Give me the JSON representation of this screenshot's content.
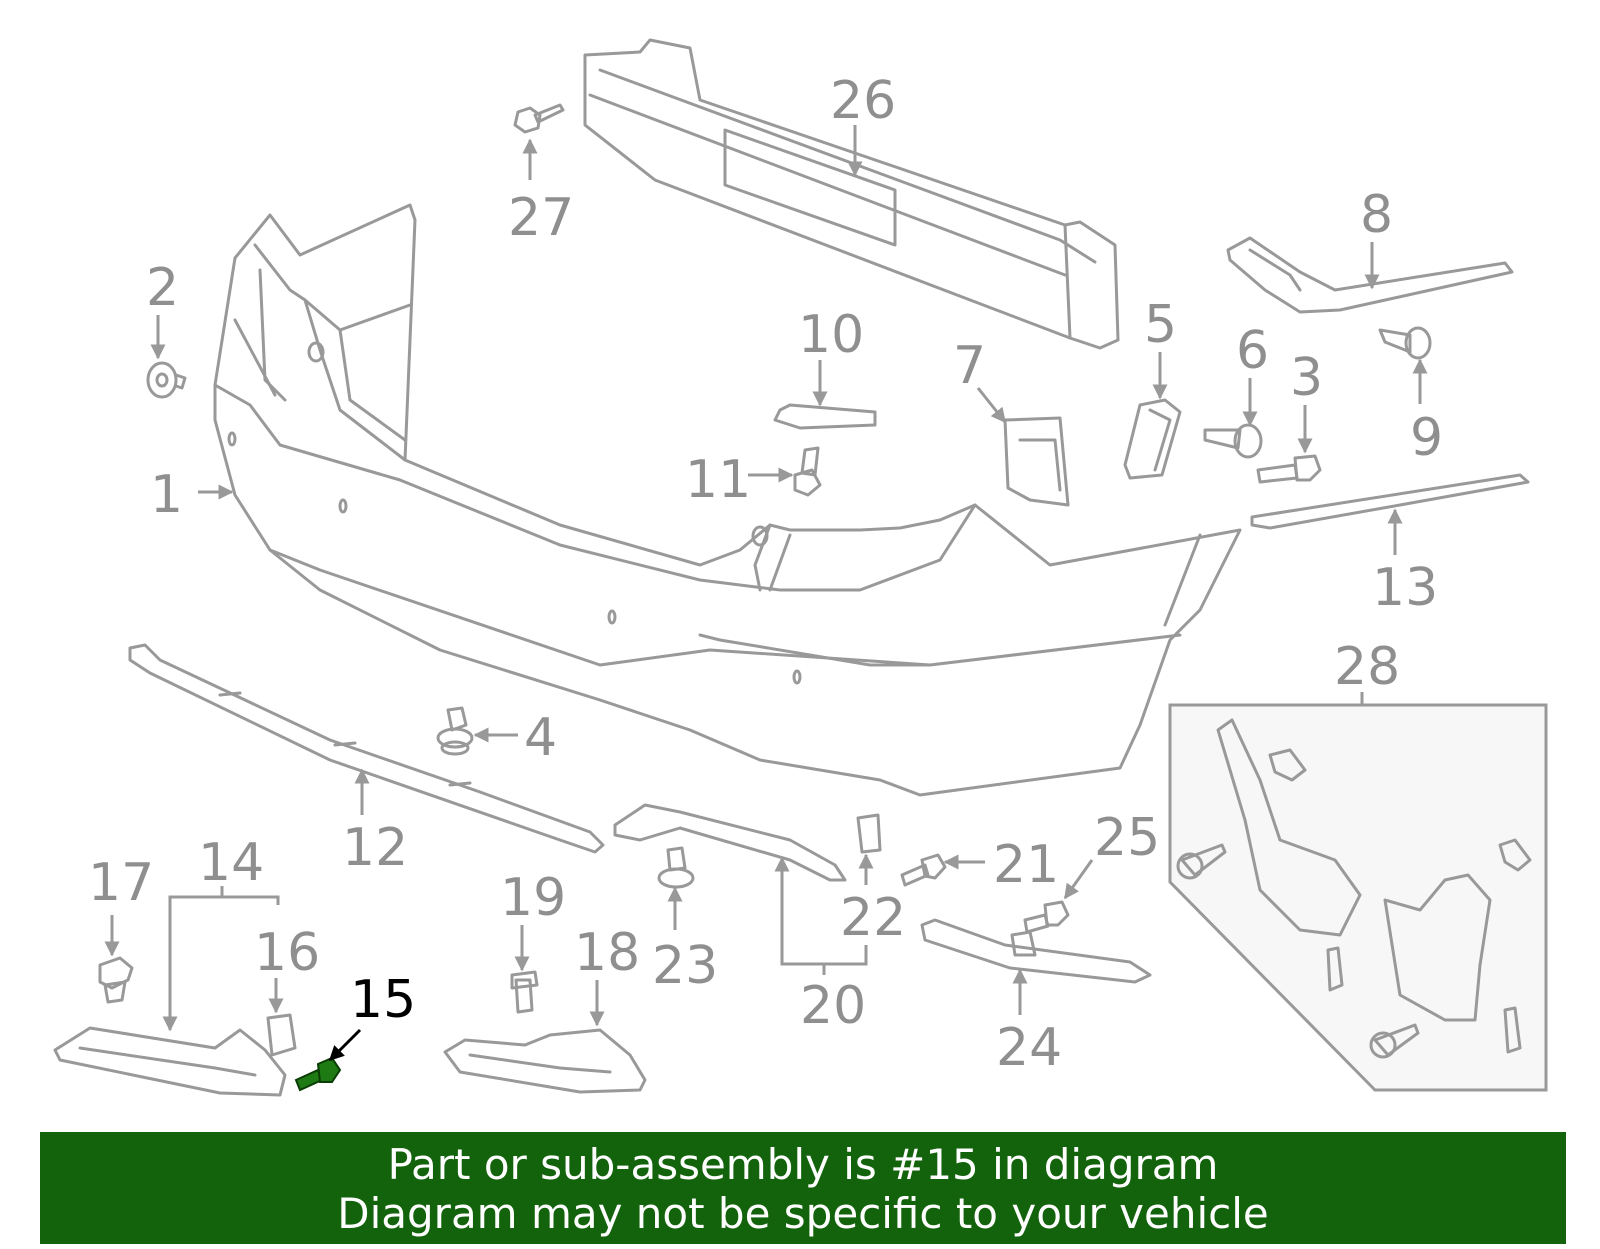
{
  "diagram": {
    "highlighted_part": "15",
    "colors": {
      "part_stroke": "#999999",
      "label_gray": "#8f8f8f",
      "highlight": "#000000",
      "highlight_part": "#1e7a12",
      "banner_bg": "#13620c",
      "banner_text": "#ffffff"
    },
    "callouts": [
      "1",
      "2",
      "3",
      "4",
      "5",
      "6",
      "7",
      "8",
      "9",
      "10",
      "11",
      "12",
      "13",
      "14",
      "15",
      "16",
      "17",
      "18",
      "19",
      "20",
      "21",
      "22",
      "23",
      "24",
      "25",
      "26",
      "27",
      "28"
    ]
  },
  "banner": {
    "line1": "Part or sub-assembly is #15 in diagram",
    "line2": "Diagram may not be specific to your vehicle"
  }
}
